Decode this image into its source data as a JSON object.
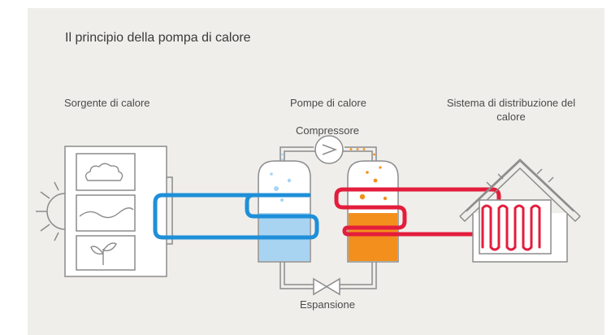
{
  "title": "Il principio della pompa di calore",
  "labels": {
    "source": "Sorgente di calore",
    "pumps": "Pompe di calore",
    "distribution": "Sistema di distribuzione del calore",
    "compressor": "Compressore",
    "expansion": "Espansione"
  },
  "colors": {
    "background": "#efeeea",
    "cold_loop": "#1e8fd8",
    "hot_loop": "#e31d3c",
    "cold_liquid": "#a8d4f2",
    "hot_liquid": "#f3901d",
    "outline": "#8c8c8c"
  },
  "icons": [
    "sun-icon",
    "cloud-icon",
    "wave-icon",
    "sprout-icon",
    "compressor-icon",
    "expansion-valve-icon",
    "house-icon",
    "radiator-coil-icon"
  ]
}
